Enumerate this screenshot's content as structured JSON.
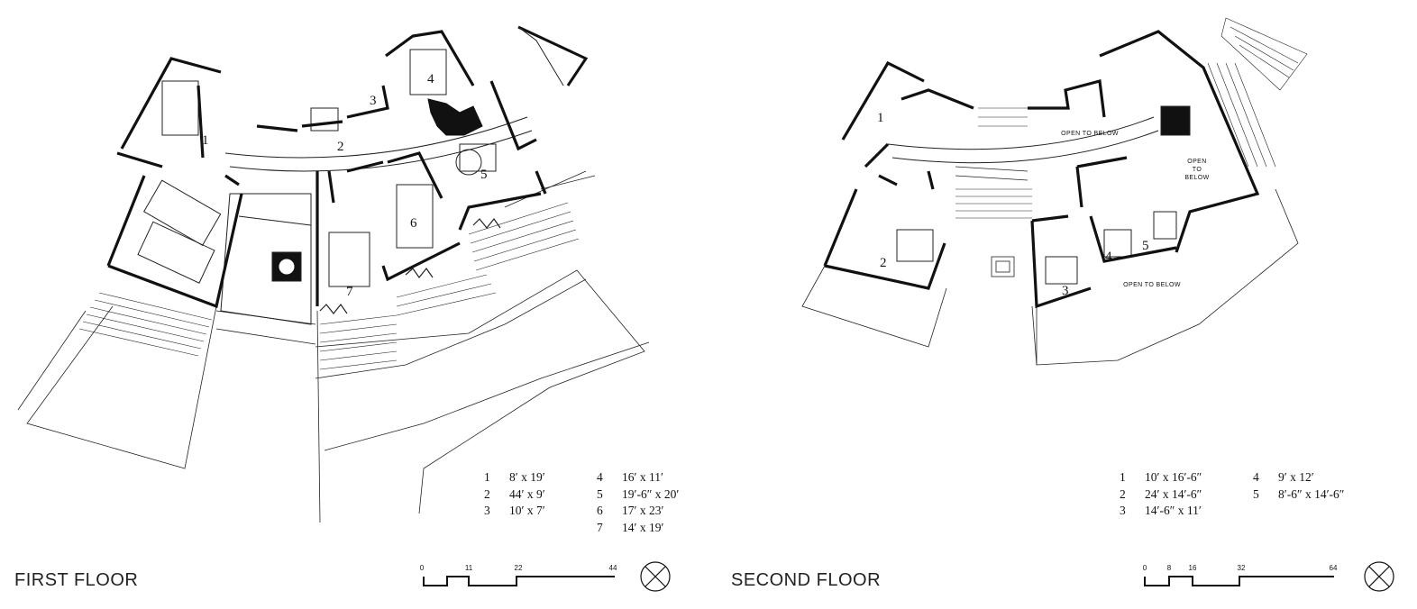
{
  "first_floor": {
    "title": "FIRST FLOOR",
    "rooms": [
      {
        "num": "1",
        "dim": "8′ x 19′"
      },
      {
        "num": "2",
        "dim": "44′ x 9′"
      },
      {
        "num": "3",
        "dim": "10′ x 7′"
      },
      {
        "num": "4",
        "dim": "16′ x 11′"
      },
      {
        "num": "5",
        "dim": "19′-6″ x 20′"
      },
      {
        "num": "6",
        "dim": "17′ x 23′"
      },
      {
        "num": "7",
        "dim": "14′ x 19′"
      }
    ],
    "scale_ticks": [
      "0",
      "11",
      "22",
      "44"
    ]
  },
  "second_floor": {
    "title": "SECOND FLOOR",
    "rooms": [
      {
        "num": "1",
        "dim": "10′ x 16′-6″"
      },
      {
        "num": "2",
        "dim": "24′ x 14′-6″"
      },
      {
        "num": "3",
        "dim": "14′-6″ x 11′"
      },
      {
        "num": "4",
        "dim": "9′ x 12′"
      },
      {
        "num": "5",
        "dim": "8′-6″ x 14′-6″"
      }
    ],
    "notes": [
      "OPEN TO BELOW",
      "OPEN",
      "TO",
      "BELOW",
      "OPEN TO BELOW"
    ],
    "scale_ticks": [
      "0",
      "8",
      "16",
      "32",
      "64"
    ]
  }
}
